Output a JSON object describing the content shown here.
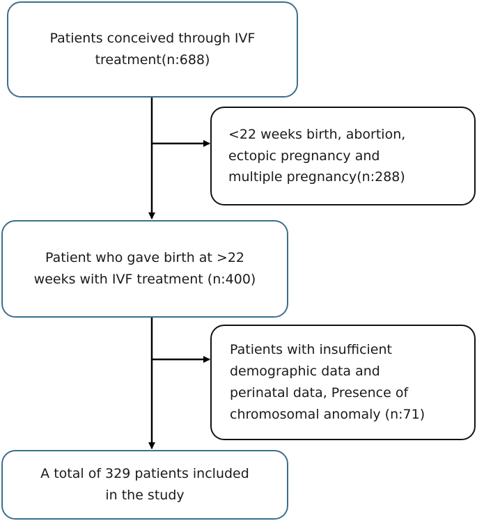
{
  "flowchart": {
    "steps": [
      {
        "text": "Patients conceived through IVF\ntreatment(n:688)"
      },
      {
        "text": "Patient who gave birth at >22\nweeks with IVF treatment (n:400)"
      },
      {
        "text": "A total of 329 patients included\nin the study"
      }
    ],
    "exclusions": [
      {
        "text": "<22 weeks birth, abortion,\nectopic pregnancy and\nmultiple pregnancy(n:288)"
      },
      {
        "text": "Patients with insufficient\ndemographic data and\nperinatal data, Presence of\nchromosomal anomaly (n:71)"
      }
    ]
  }
}
